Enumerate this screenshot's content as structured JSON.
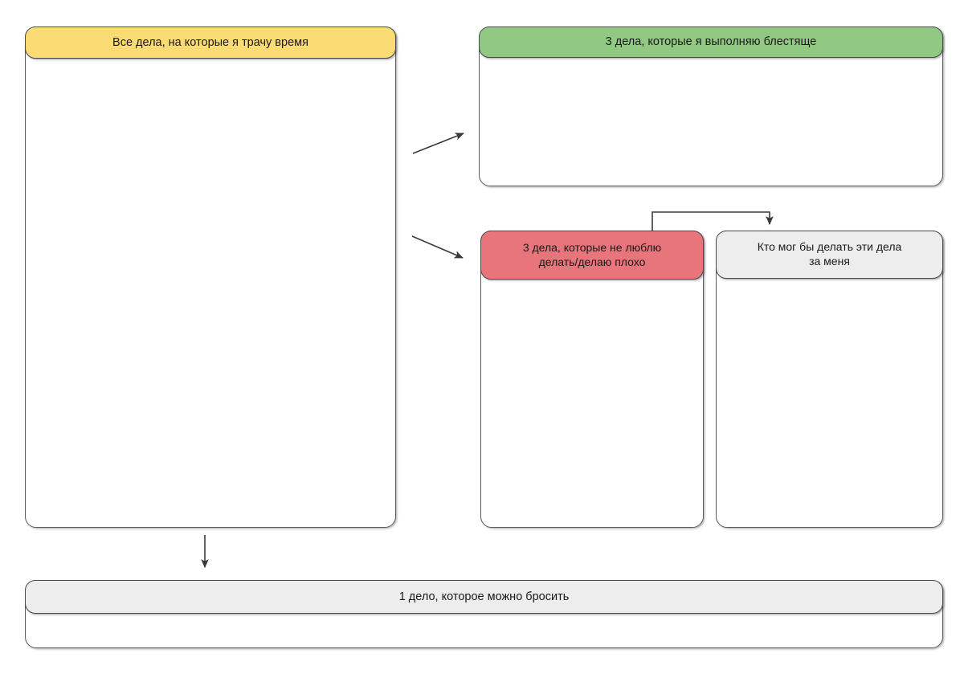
{
  "worksheet": {
    "blocks": {
      "all_tasks": {
        "title": "Все дела, на которые я трачу время",
        "header_color": "#FBDC74",
        "content": ""
      },
      "excellent": {
        "title": "3 дела, которые я выполняю блестяще",
        "header_color": "#91C882",
        "content": ""
      },
      "dislike": {
        "title": "3 дела, которые не люблю\nделать/делаю плохо",
        "header_color": "#E8757B",
        "content": ""
      },
      "delegate": {
        "title": "Кто мог бы делать эти дела\nза меня",
        "header_color": "#EDEDEE",
        "content": ""
      },
      "drop": {
        "title": "1 дело, которое можно бросить",
        "header_color": "#EDEDEE",
        "content": ""
      }
    },
    "connectors": [
      {
        "name": "all-tasks-to-excellent",
        "from": "all_tasks",
        "to": "excellent",
        "style": "diagonal-up"
      },
      {
        "name": "all-tasks-to-dislike",
        "from": "all_tasks",
        "to": "dislike",
        "style": "diagonal-down"
      },
      {
        "name": "dislike-to-delegate",
        "from": "dislike",
        "to": "delegate",
        "style": "elbow"
      },
      {
        "name": "all-tasks-to-drop",
        "from": "all_tasks",
        "to": "drop",
        "style": "vertical-down"
      }
    ],
    "colors": {
      "arrow": "#3a3a3a",
      "border": "#5b5b5b",
      "page_background": "#ffffff"
    }
  }
}
